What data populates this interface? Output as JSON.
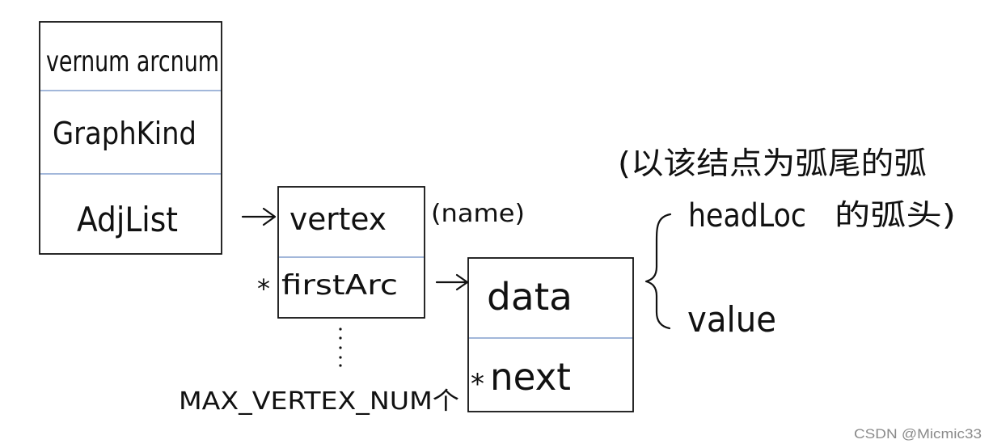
{
  "graph_struct": {
    "field_vexnum_arcnum": "vernum arcnum",
    "field_kind": "GraphKind",
    "field_adjlist": "AdjList"
  },
  "vertex_node": {
    "field_vertex": "vertex",
    "field_firstarc": "firstArc",
    "firstarc_pointer_mark": "*",
    "vertex_note": "(name)",
    "array_ellipsis": "⋮",
    "array_size": "MAX_VERTEX_NUM个"
  },
  "arc_node": {
    "field_data": "data",
    "field_next": "next",
    "next_pointer_mark": "*"
  },
  "annotation": {
    "line1": "(以该结点为弧尾的弧",
    "headloc": "headLoc",
    "headloc_note": "的弧头)",
    "value": "value"
  },
  "watermark": "CSDN @Micmic33"
}
